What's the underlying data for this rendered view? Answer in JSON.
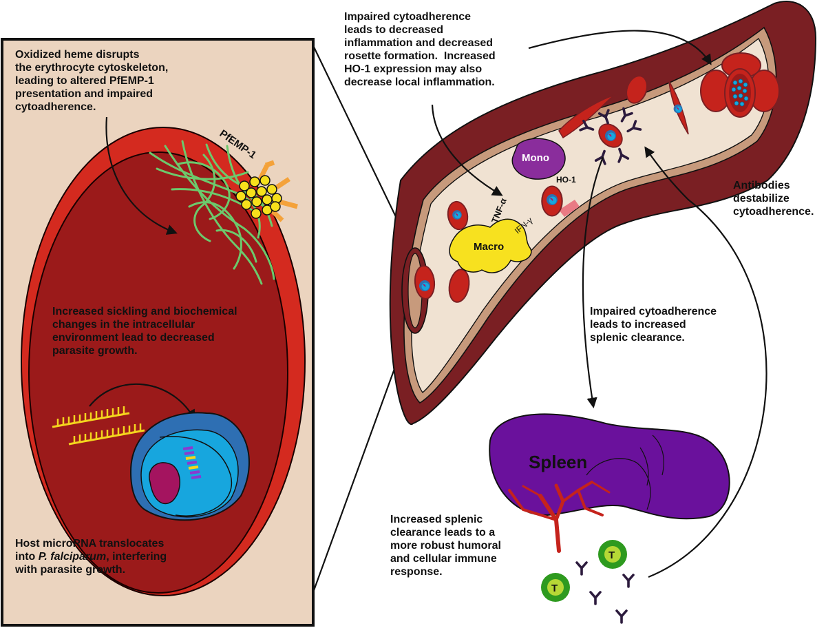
{
  "colors": {
    "vessel_wall": "#7a1f23",
    "vessel_lumen": "#f0e2d2",
    "vessel_rim": "#c79a7c",
    "inset_background": "#ebd4bf",
    "rbc_outer": "#d42a1f",
    "rbc_inner": "#9b1a1a",
    "cytoskeleton": "#6cc96c",
    "knob": "#f7e01c",
    "pfemp": "#f4a23a",
    "parasite_outer": "#3a86c8",
    "parasite_inner": "#17a6de",
    "mirna": "#f4d51e",
    "macrophage": "#f7e11f",
    "monocyte": "#8a2d9c",
    "spleen": "#6a119c",
    "t_cell_ring": "#2e9a1f",
    "t_cell_core": "#b6d836",
    "antibody": "#2c1b3d",
    "inflamed_patch": "#e97a84"
  },
  "inset": {
    "note_cytoskeleton": "Oxidized heme disrupts\nthe erythrocyte cytoskeleton,\nleading to altered PfEMP-1\npresentation and impaired\ncytoadherence.",
    "note_sickling": "Increased sickling and biochemical\nchanges in the intracellular\nenvironment lead to decreased\nparasite growth.",
    "note_mirna_1": "Host microRNA translocates",
    "note_mirna_2_prefix": "into ",
    "note_mirna_2_species": "P. falciparum",
    "note_mirna_2_suffix": ", interfering",
    "note_mirna_3": "with parasite growth.",
    "pfemp_label": "PfEMP-1"
  },
  "vessel": {
    "note_inflammation": "Impaired cytoadherence\nleads to decreased\ninflammation and decreased\nrosette formation.  Increased\nHO-1 expression may also\ndecrease local inflammation.",
    "note_antibodies": "Antibodies\ndestabilize\ncytoadherence.",
    "note_clearance": "Impaired cytoadherence\nleads to increased\nsplenic clearance.",
    "mono_label": "Mono",
    "macro_label": "Macro",
    "tnf_label": "TNF-α",
    "ifn_label": "IFN-γ",
    "ho1_label": "HO-1"
  },
  "spleen": {
    "label": "Spleen",
    "note_immune": "Increased splenic\nclearance leads to a\nmore robust humoral\nand cellular immune\nresponse.",
    "t_cell_label": "T"
  }
}
